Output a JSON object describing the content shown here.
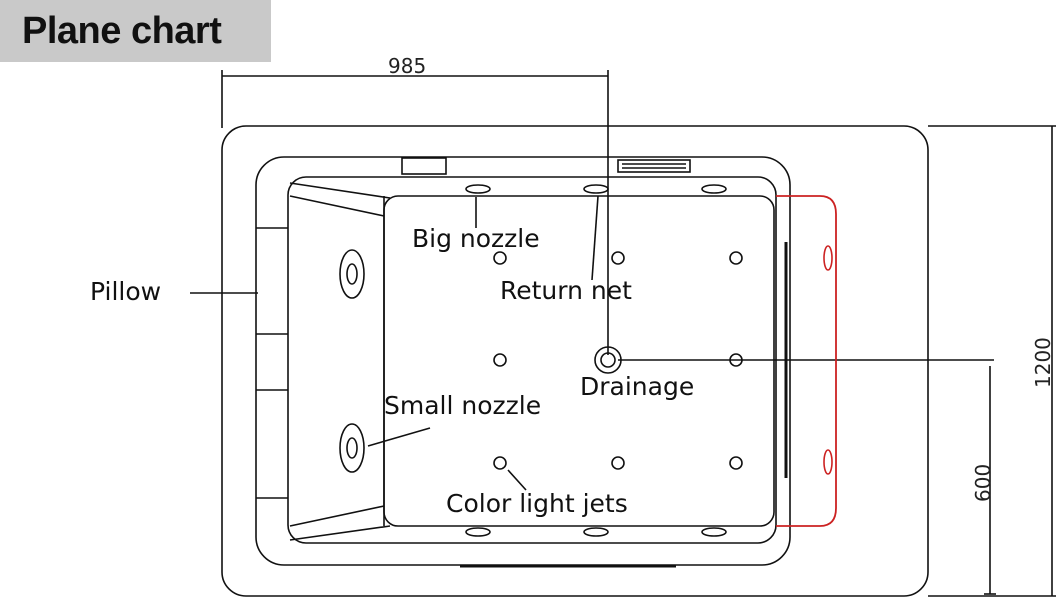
{
  "title": "Plane chart",
  "dimensions": {
    "width": "985",
    "length": "1200",
    "drain_offset": "600"
  },
  "labels": {
    "pillow": "Pillow",
    "big_nozzle": "Big nozzle",
    "return_net": "Return net",
    "small_nozzle": "Small nozzle",
    "drainage": "Drainage",
    "color_light_jets": "Color light jets"
  },
  "colors": {
    "line": "#111111",
    "accent_red": "#cc2222",
    "title_bg": "#c9c9c9"
  }
}
